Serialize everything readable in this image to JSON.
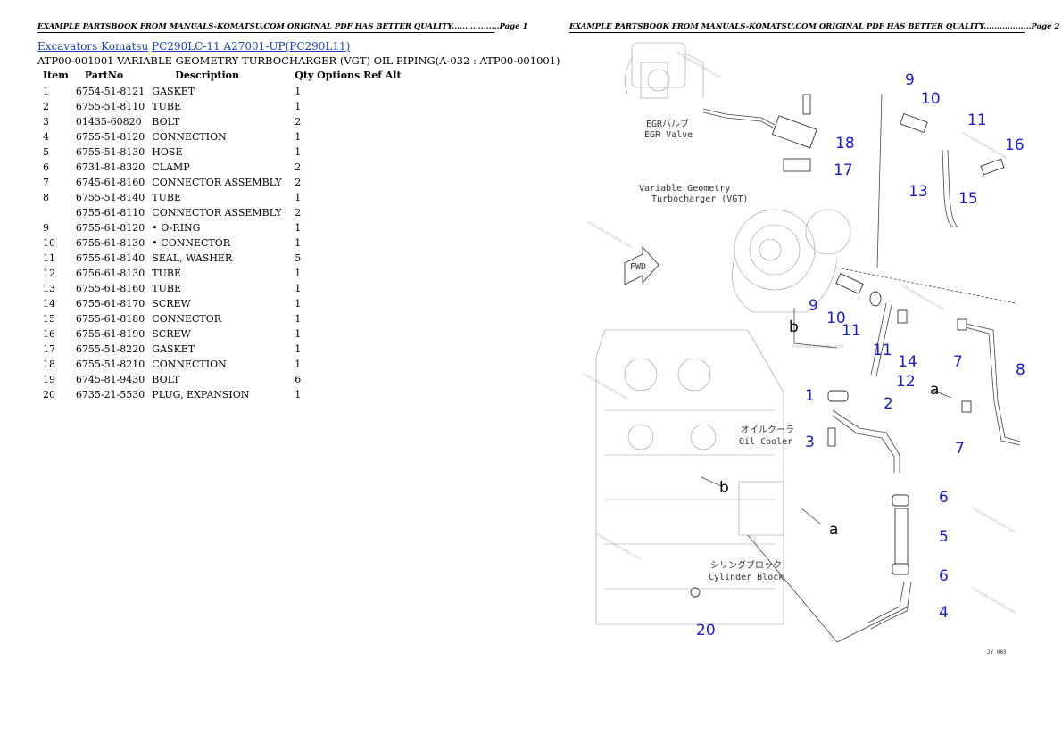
{
  "header": {
    "left": "EXAMPLE PARTSBOOK FROM MANUALS-KOMATSU.COM ORIGINAL PDF HAS BETTER QUALITY..................Page 1",
    "right": "EXAMPLE PARTSBOOK FROM MANUALS-KOMATSU.COM ORIGINAL PDF HAS BETTER QUALITY..................Page 2"
  },
  "breadcrumb": {
    "link1": "Excavators Komatsu",
    "link2": "PC290LC-11 A27001-UP(PC290L11)"
  },
  "subtitle": "ATP00-001001 VARIABLE GEOMETRY TURBOCHARGER (VGT) OIL PIPING(A-032 : ATP00-001001)",
  "table": {
    "headers": [
      "Item",
      "PartNo",
      "Description",
      "Qty Options Ref Alt"
    ],
    "rows": [
      {
        "item": "1",
        "part": "6754-51-8121",
        "desc": "GASKET",
        "qty": "1"
      },
      {
        "item": "2",
        "part": "6755-51-8110",
        "desc": "TUBE",
        "qty": "1"
      },
      {
        "item": "3",
        "part": "01435-60820",
        "desc": "BOLT",
        "qty": "2"
      },
      {
        "item": "4",
        "part": "6755-51-8120",
        "desc": "CONNECTION",
        "qty": "1"
      },
      {
        "item": "5",
        "part": "6755-51-8130",
        "desc": "HOSE",
        "qty": "1"
      },
      {
        "item": "6",
        "part": "6731-81-8320",
        "desc": "CLAMP",
        "qty": "2"
      },
      {
        "item": "7",
        "part": "6745-61-8160",
        "desc": "CONNECTOR ASSEMBLY",
        "qty": "2"
      },
      {
        "item": "8",
        "part": "6755-51-8140",
        "desc": "TUBE",
        "qty": "1"
      },
      {
        "item": "",
        "part": "6755-61-8110",
        "desc": "CONNECTOR ASSEMBLY",
        "qty": "2"
      },
      {
        "item": "9",
        "part": "6755-61-8120",
        "desc": "• O-RING",
        "qty": "1"
      },
      {
        "item": "10",
        "part": "6755-61-8130",
        "desc": "• CONNECTOR",
        "qty": "1"
      },
      {
        "item": "11",
        "part": "6755-61-8140",
        "desc": "SEAL, WASHER",
        "qty": "5"
      },
      {
        "item": "12",
        "part": "6756-61-8130",
        "desc": "TUBE",
        "qty": "1"
      },
      {
        "item": "13",
        "part": "6755-61-8160",
        "desc": "TUBE",
        "qty": "1"
      },
      {
        "item": "14",
        "part": "6755-61-8170",
        "desc": "SCREW",
        "qty": "1"
      },
      {
        "item": "15",
        "part": "6755-61-8180",
        "desc": "CONNECTOR",
        "qty": "1"
      },
      {
        "item": "16",
        "part": "6755-61-8190",
        "desc": "SCREW",
        "qty": "1"
      },
      {
        "item": "17",
        "part": "6755-51-8220",
        "desc": "GASKET",
        "qty": "1"
      },
      {
        "item": "18",
        "part": "6755-51-8210",
        "desc": "CONNECTION",
        "qty": "1"
      },
      {
        "item": "19",
        "part": "6745-81-9430",
        "desc": "BOLT",
        "qty": "6"
      },
      {
        "item": "20",
        "part": "6735-21-5530",
        "desc": "PLUG, EXPANSION",
        "qty": "1"
      }
    ]
  },
  "diagram": {
    "labels": {
      "egr_jp": "EGRバルブ",
      "egr_en": "EGR Valve",
      "vgt1": "Variable Geometry",
      "vgt2": "Turbocharger (VGT)",
      "fwd": "FWD",
      "oil_jp": "オイルクーラ",
      "oil_en": "Oil Cooler",
      "cyl_jp": "シリンダブロック",
      "cyl_en": "Cylinder Block",
      "a1": "a",
      "a2": "a",
      "b1": "b",
      "b2": "b",
      "watermark": "manuals-komatsu.com",
      "code": "JY 003"
    },
    "callouts": [
      "9",
      "10",
      "11",
      "18",
      "17",
      "16",
      "13",
      "15",
      "9",
      "10",
      "11",
      "11",
      "14",
      "12",
      "7",
      "8",
      "1",
      "2",
      "3",
      "6",
      "5",
      "6",
      "4",
      "7",
      "20"
    ]
  }
}
